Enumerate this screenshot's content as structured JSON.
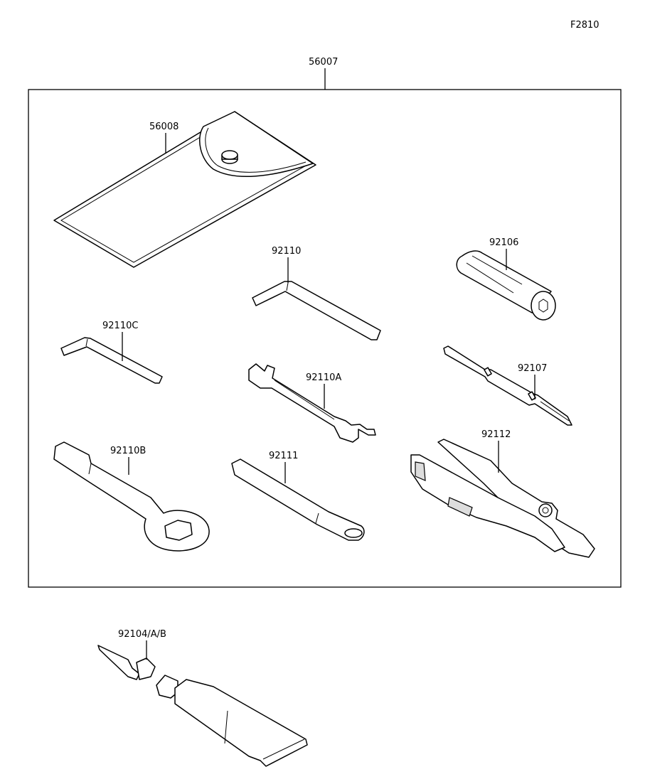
{
  "figure_code": "F2810",
  "labels": {
    "kit": "56007",
    "case": "56008",
    "hex_large": "92110",
    "hex_small": "92110C",
    "grip": "92106",
    "open_wrench": "92110A",
    "screwdriver": "92107",
    "box_wrench": "92110B",
    "extension": "92111",
    "pliers": "92112",
    "tube": "92104/A/B"
  }
}
